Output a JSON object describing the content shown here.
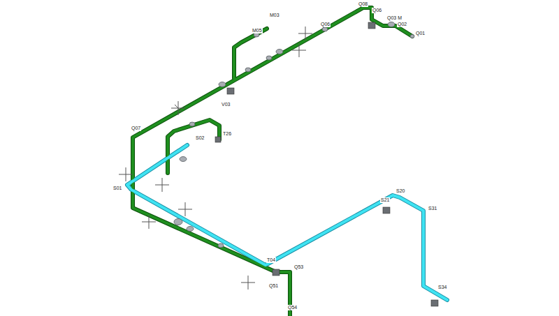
{
  "diagram": {
    "labels": [
      "Q08",
      "Q06",
      "Q03 M",
      "Q02",
      "Q01",
      "M03",
      "M05",
      "Q06",
      "V03",
      "T26",
      "S02",
      "S20",
      "S21",
      "S31",
      "S34",
      "Q53",
      "Q51",
      "Q54",
      "T04",
      "S01",
      "Q07"
    ]
  }
}
